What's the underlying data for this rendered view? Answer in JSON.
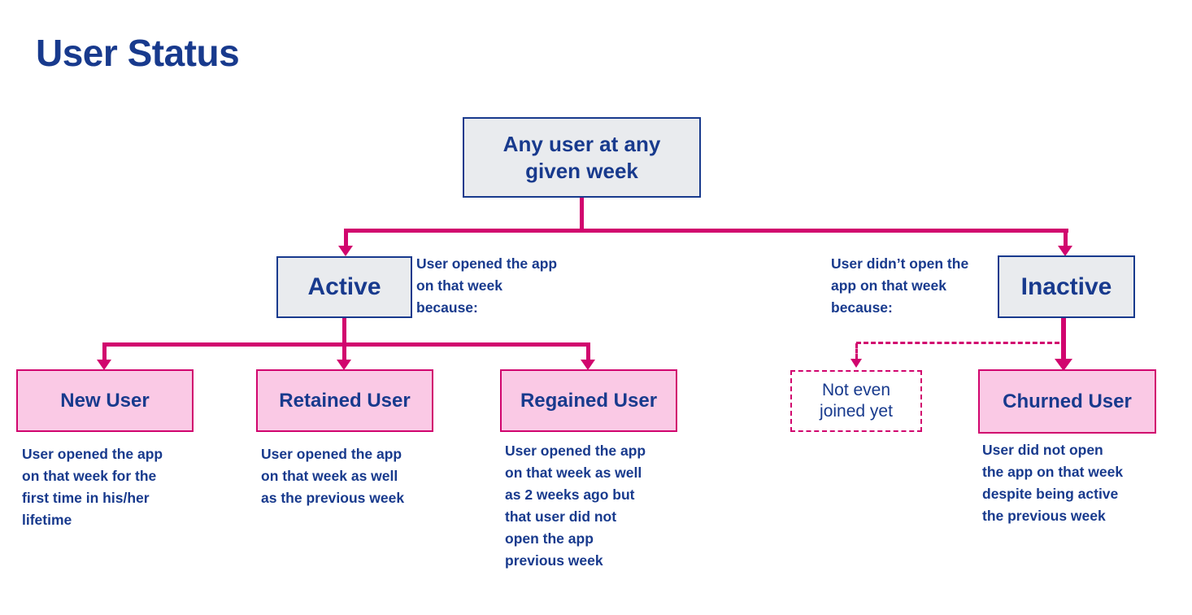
{
  "title": "User Status",
  "colors": {
    "navy": "#183a8d",
    "magenta": "#d1056e",
    "pink_fill": "#fac9e5",
    "gray_fill": "#e9ebee"
  },
  "root": {
    "label": "Any user at any\ngiven week"
  },
  "branches": {
    "active": {
      "label": "Active",
      "note": "User opened the app\non that week\nbecause:",
      "children": [
        {
          "label": "New User",
          "description": "User opened the app\non that week for the\nfirst time in his/her\nlifetime"
        },
        {
          "label": "Retained User",
          "description": "User opened the app\non that week as well\nas the previous week"
        },
        {
          "label": "Regained User",
          "description": "User opened the app\non that week as well\nas 2 weeks ago but\nthat user did not\nopen the app\nprevious week"
        }
      ]
    },
    "inactive": {
      "label": "Inactive",
      "note": "User didn’t open the\napp on that week\nbecause:",
      "children": [
        {
          "label": "Not even\njoined yet",
          "description": ""
        },
        {
          "label": "Churned User",
          "description": "User did not open\nthe app on that week\ndespite being active\nthe previous week"
        }
      ]
    }
  }
}
